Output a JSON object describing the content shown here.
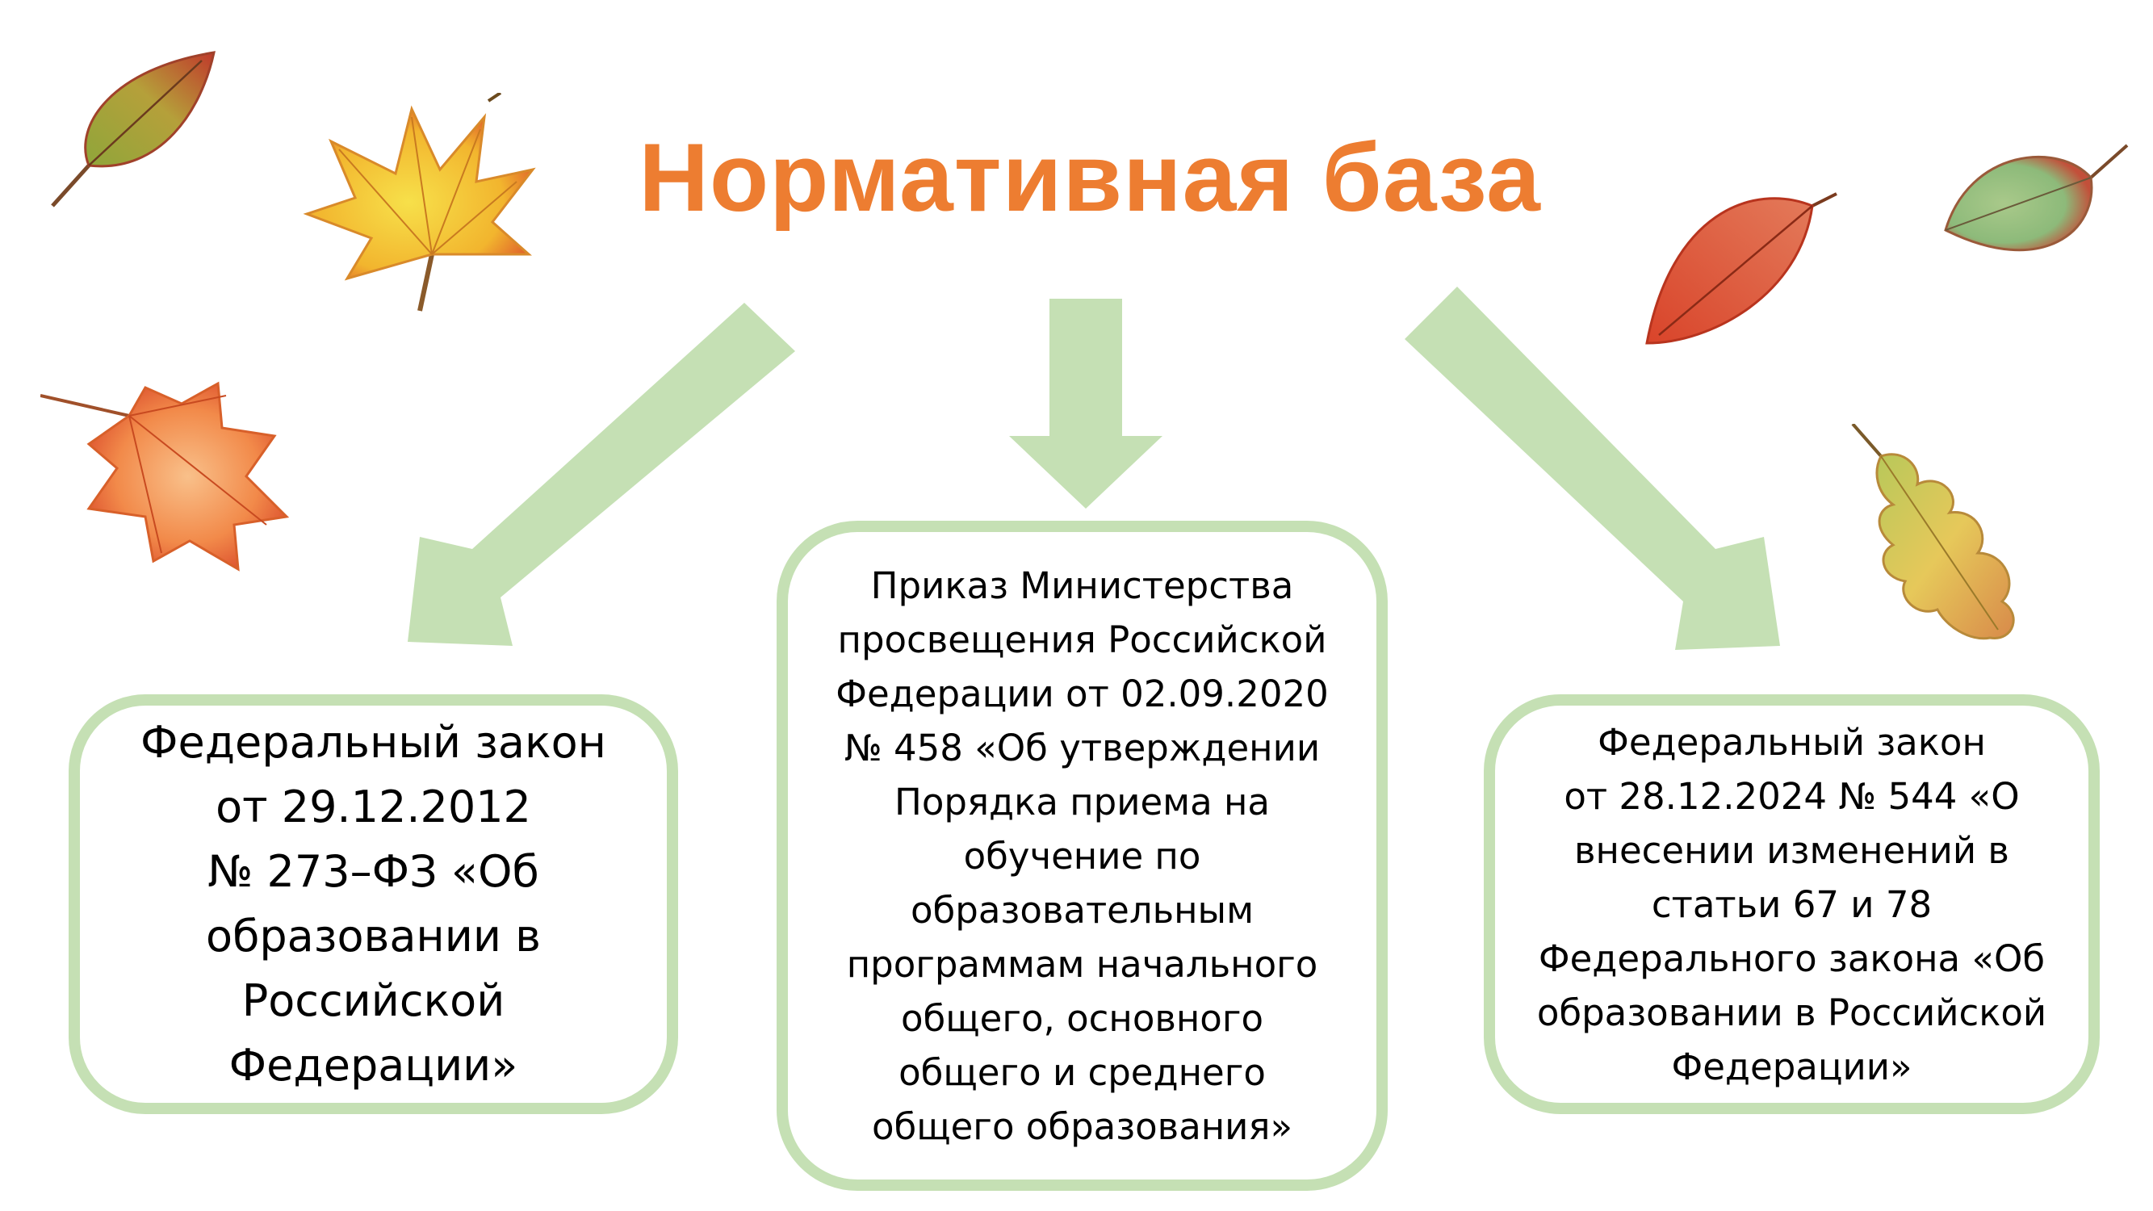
{
  "title": "Нормативная база",
  "boxes": {
    "left": "Федеральный закон\nот 29.12.2012\n№ 273–ФЗ «Об\nобразовании в\nРоссийской\nФедерации»",
    "middle": "Приказ Министерства\nпросвещения Российской\nФедерации от 02.09.2020\n№ 458 «Об утверждении\nПорядка приема на\nобучение по\nобразовательным\nпрограммам начального\nобщего, основного\nобщего и среднего\nобщего образования»",
    "right": "Федеральный закон\nот 28.12.2024 № 544 «О\nвнесении изменений в\nстатьи 67 и 78\nФедерального закона «Об\nобразовании в Российской\nФедерации»"
  },
  "colors": {
    "title": "#ED7D31",
    "arrow": "#C5E0B4",
    "box_border": "#C5E0B4"
  },
  "decorations": [
    "autumn-leaf-green-red-icon",
    "maple-leaf-yellow-icon",
    "maple-leaf-orange-icon",
    "red-leaf-icon",
    "green-leaf-icon",
    "oak-leaf-yellow-icon"
  ]
}
